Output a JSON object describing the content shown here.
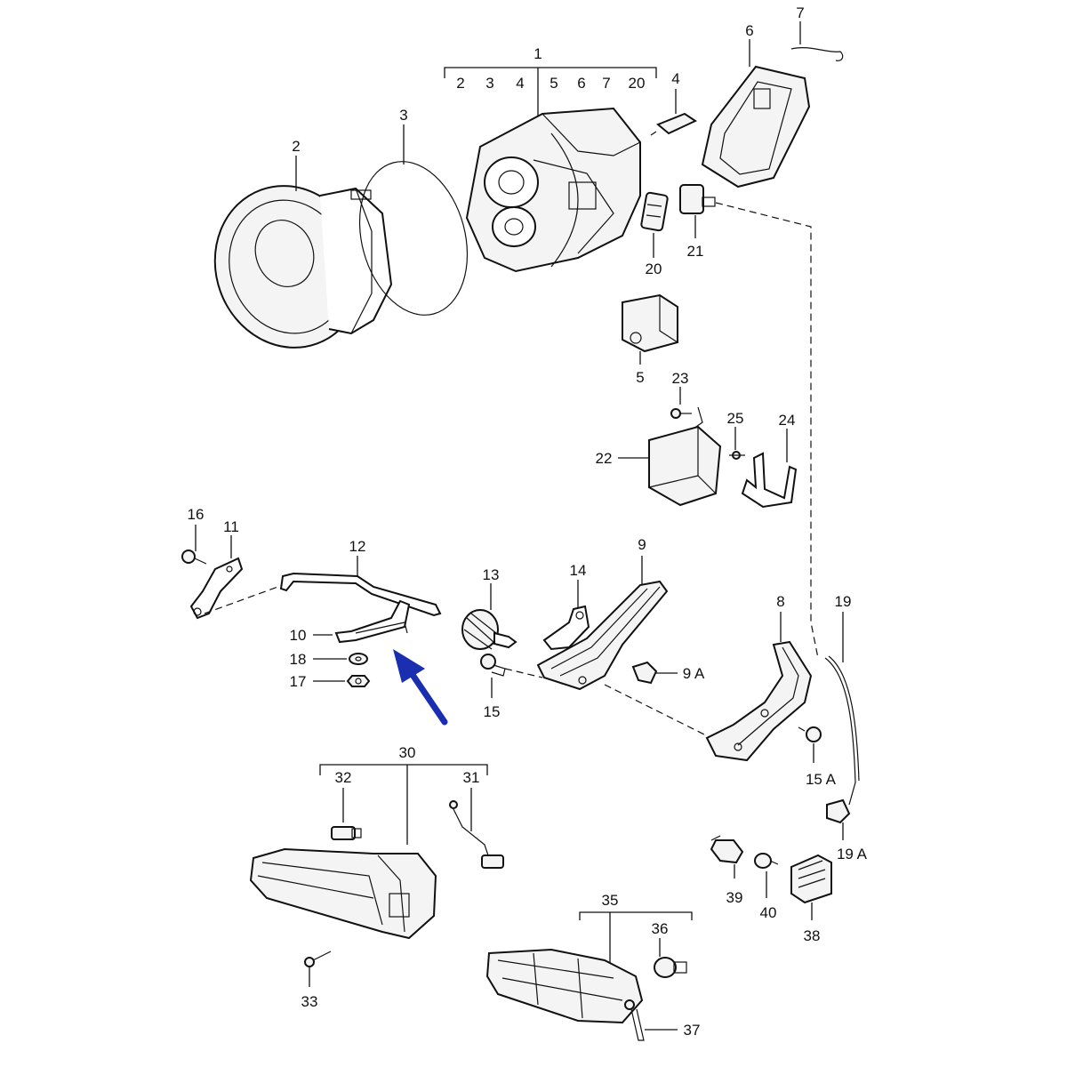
{
  "diagram": {
    "arrow_color": "#1a2fb0",
    "line_color": "#111111",
    "callouts": {
      "c1": "1",
      "c2": "2",
      "c3": "3",
      "c4": "4",
      "c5": "5",
      "c6": "6",
      "c7": "7",
      "c8": "8",
      "c9": "9",
      "c9a": "9 A",
      "c10": "10",
      "c11": "11",
      "c12": "12",
      "c13": "13",
      "c14": "14",
      "c15": "15",
      "c15a": "15 A",
      "c16": "16",
      "c17": "17",
      "c18": "18",
      "c19": "19",
      "c19a": "19 A",
      "c20": "20",
      "c21": "21",
      "c22": "22",
      "c23": "23",
      "c24": "24",
      "c25": "25",
      "c30": "30",
      "c31": "31",
      "c32": "32",
      "c33": "33",
      "c35": "35",
      "c36": "36",
      "c37": "37",
      "c38": "38",
      "c39": "39",
      "c40": "40"
    },
    "group1_items": [
      "2",
      "3",
      "4",
      "5",
      "6",
      "7",
      "20"
    ]
  }
}
